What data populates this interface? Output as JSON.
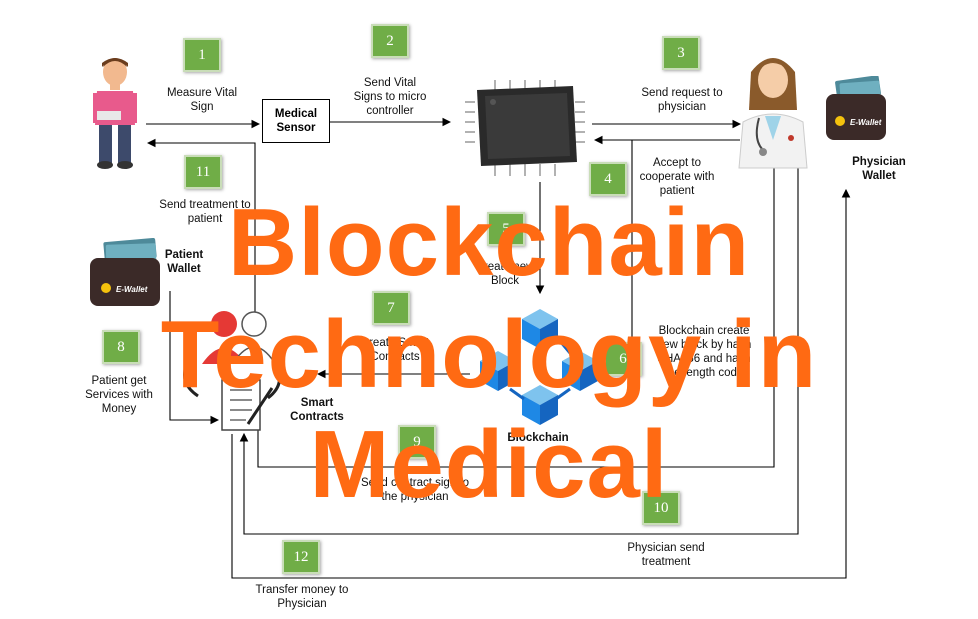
{
  "overlay": {
    "line1": "Blockchain",
    "line2": "Technology in",
    "line3": "Medical"
  },
  "nodes": {
    "medical_sensor": "Medical Sensor",
    "physician_wallet": "Physician Wallet",
    "patient_wallet": "Patient Wallet",
    "smart_contracts": "Smart Contracts",
    "blockchain": "Blockchain",
    "e_wallet": "E-Wallet"
  },
  "steps": [
    {
      "num": "1",
      "text": "Measure Vital Sign"
    },
    {
      "num": "2",
      "text": "Send Vital Signs to micro controller"
    },
    {
      "num": "3",
      "text": "Send request to physician"
    },
    {
      "num": "4",
      "text": "Accept to cooperate with patient"
    },
    {
      "num": "5",
      "text": "Create new Block"
    },
    {
      "num": "6",
      "text": "Blockchain create new block by hash SHA256 and hash the length code"
    },
    {
      "num": "7",
      "text": "Create Smart Contracts"
    },
    {
      "num": "8",
      "text": "Patient get Services with Money"
    },
    {
      "num": "9",
      "text": "Send contract sign to the physician"
    },
    {
      "num": "10",
      "text": "Physician send treatment"
    },
    {
      "num": "11",
      "text": "Send treatment to patient"
    },
    {
      "num": "12",
      "text": "Transfer money to Physician"
    }
  ],
  "colors": {
    "step_badge": "#70ad47",
    "overlay_text": "#ff6a13",
    "wallet_body": "#3b2a28",
    "chip": "#2a2a2a"
  },
  "icons": [
    "patient-icon",
    "microcontroller-chip-icon",
    "physician-icon",
    "wallet-icon",
    "smart-contract-icon",
    "blockchain-cubes-icon"
  ]
}
